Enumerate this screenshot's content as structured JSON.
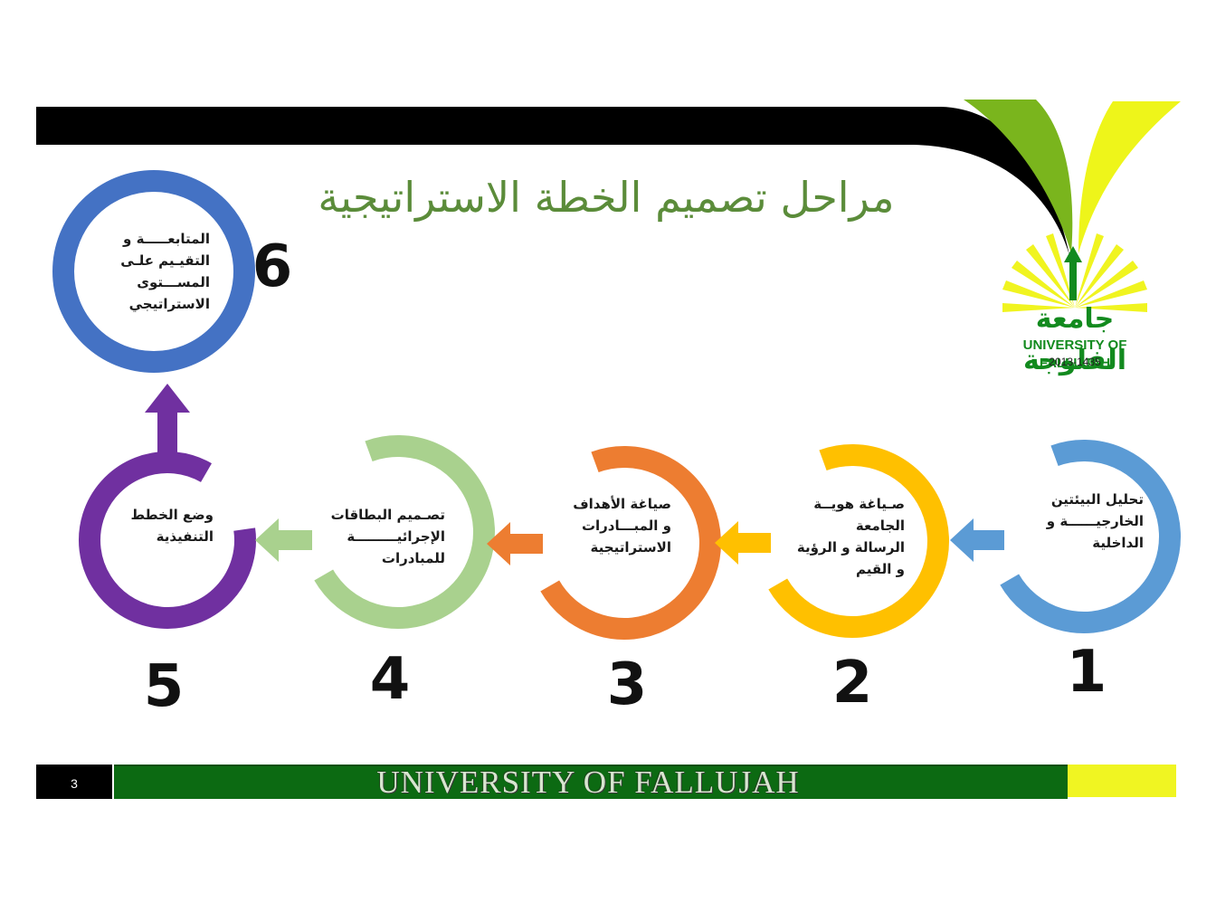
{
  "title": "مراحل تصميم الخطة الاستراتيجية",
  "steps": [
    {
      "number": "1",
      "text": "تحليل البيئتين\nالخارجيــــــة و\nالداخلية",
      "color": "#5b9bd5"
    },
    {
      "number": "2",
      "text": "صـياغة هويــة\nالجامعة\nالرسالة و الرؤية\nو القيم",
      "color": "#ffc000"
    },
    {
      "number": "3",
      "text": "صياغة الأهداف\nو المبـــادرات\nالاستراتيجية",
      "color": "#ed7d31"
    },
    {
      "number": "4",
      "text": "تصـميم البطاقات\nالإجرائيـــــــــة\nللمبادرات",
      "color": "#a9d18e"
    },
    {
      "number": "5",
      "text": "وضع   الخطط\nالتنفيذية",
      "color": "#7030a0"
    },
    {
      "number": "6",
      "text": "المتابعـــــة و\nالتقيـيم علـى\nالمســـتوى\nالاستراتيجي",
      "color": "#4472c4"
    }
  ],
  "logo": {
    "arabic_name": "جامعة الفلوجة",
    "english_name": "UNIVERSITY OF FALLUJAH",
    "years": "2013-1435"
  },
  "footer": {
    "page_number": "3",
    "banner_text": "UNIVERSITY OF FALLUJAH"
  },
  "colors": {
    "title": "#5b8c3a",
    "footer_green": "#0c6a12",
    "footer_yellow": "#f0f522",
    "logo_green": "#128a1e",
    "logo_yellow": "#f2f51e"
  }
}
